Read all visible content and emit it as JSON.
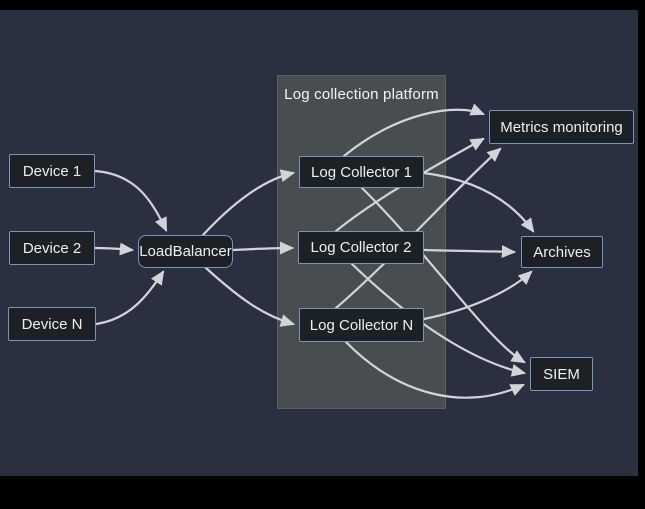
{
  "window": {
    "background": "#000000",
    "canvas_background": "#2a3040"
  },
  "diagram": {
    "panel": {
      "title": "Log collection platform"
    },
    "nodes": [
      {
        "id": "device-1",
        "label": "Device 1"
      },
      {
        "id": "device-2",
        "label": "Device 2"
      },
      {
        "id": "device-n",
        "label": "Device N"
      },
      {
        "id": "loadbalancer",
        "label": "LoadBalancer"
      },
      {
        "id": "log-collector-1",
        "label": "Log Collector 1"
      },
      {
        "id": "log-collector-2",
        "label": "Log Collector 2"
      },
      {
        "id": "log-collector-n",
        "label": "Log Collector N"
      },
      {
        "id": "metrics-monitoring",
        "label": "Metrics monitoring"
      },
      {
        "id": "archives",
        "label": "Archives"
      },
      {
        "id": "siem",
        "label": "SIEM"
      }
    ],
    "edges": [
      {
        "from": "device-1",
        "to": "loadbalancer"
      },
      {
        "from": "device-2",
        "to": "loadbalancer"
      },
      {
        "from": "device-n",
        "to": "loadbalancer"
      },
      {
        "from": "loadbalancer",
        "to": "log-collector-1"
      },
      {
        "from": "loadbalancer",
        "to": "log-collector-2"
      },
      {
        "from": "loadbalancer",
        "to": "log-collector-n"
      },
      {
        "from": "log-collector-1",
        "to": "metrics-monitoring"
      },
      {
        "from": "log-collector-1",
        "to": "archives"
      },
      {
        "from": "log-collector-1",
        "to": "siem"
      },
      {
        "from": "log-collector-2",
        "to": "metrics-monitoring"
      },
      {
        "from": "log-collector-2",
        "to": "archives"
      },
      {
        "from": "log-collector-2",
        "to": "siem"
      },
      {
        "from": "log-collector-n",
        "to": "metrics-monitoring"
      },
      {
        "from": "log-collector-n",
        "to": "archives"
      },
      {
        "from": "log-collector-n",
        "to": "siem"
      }
    ],
    "colors": {
      "node_fill": "#1d2126",
      "node_border": "#7697b9",
      "panel_fill": "#4a4d4f",
      "arrow": "#d0d5d9",
      "text": "#eceff2"
    }
  }
}
